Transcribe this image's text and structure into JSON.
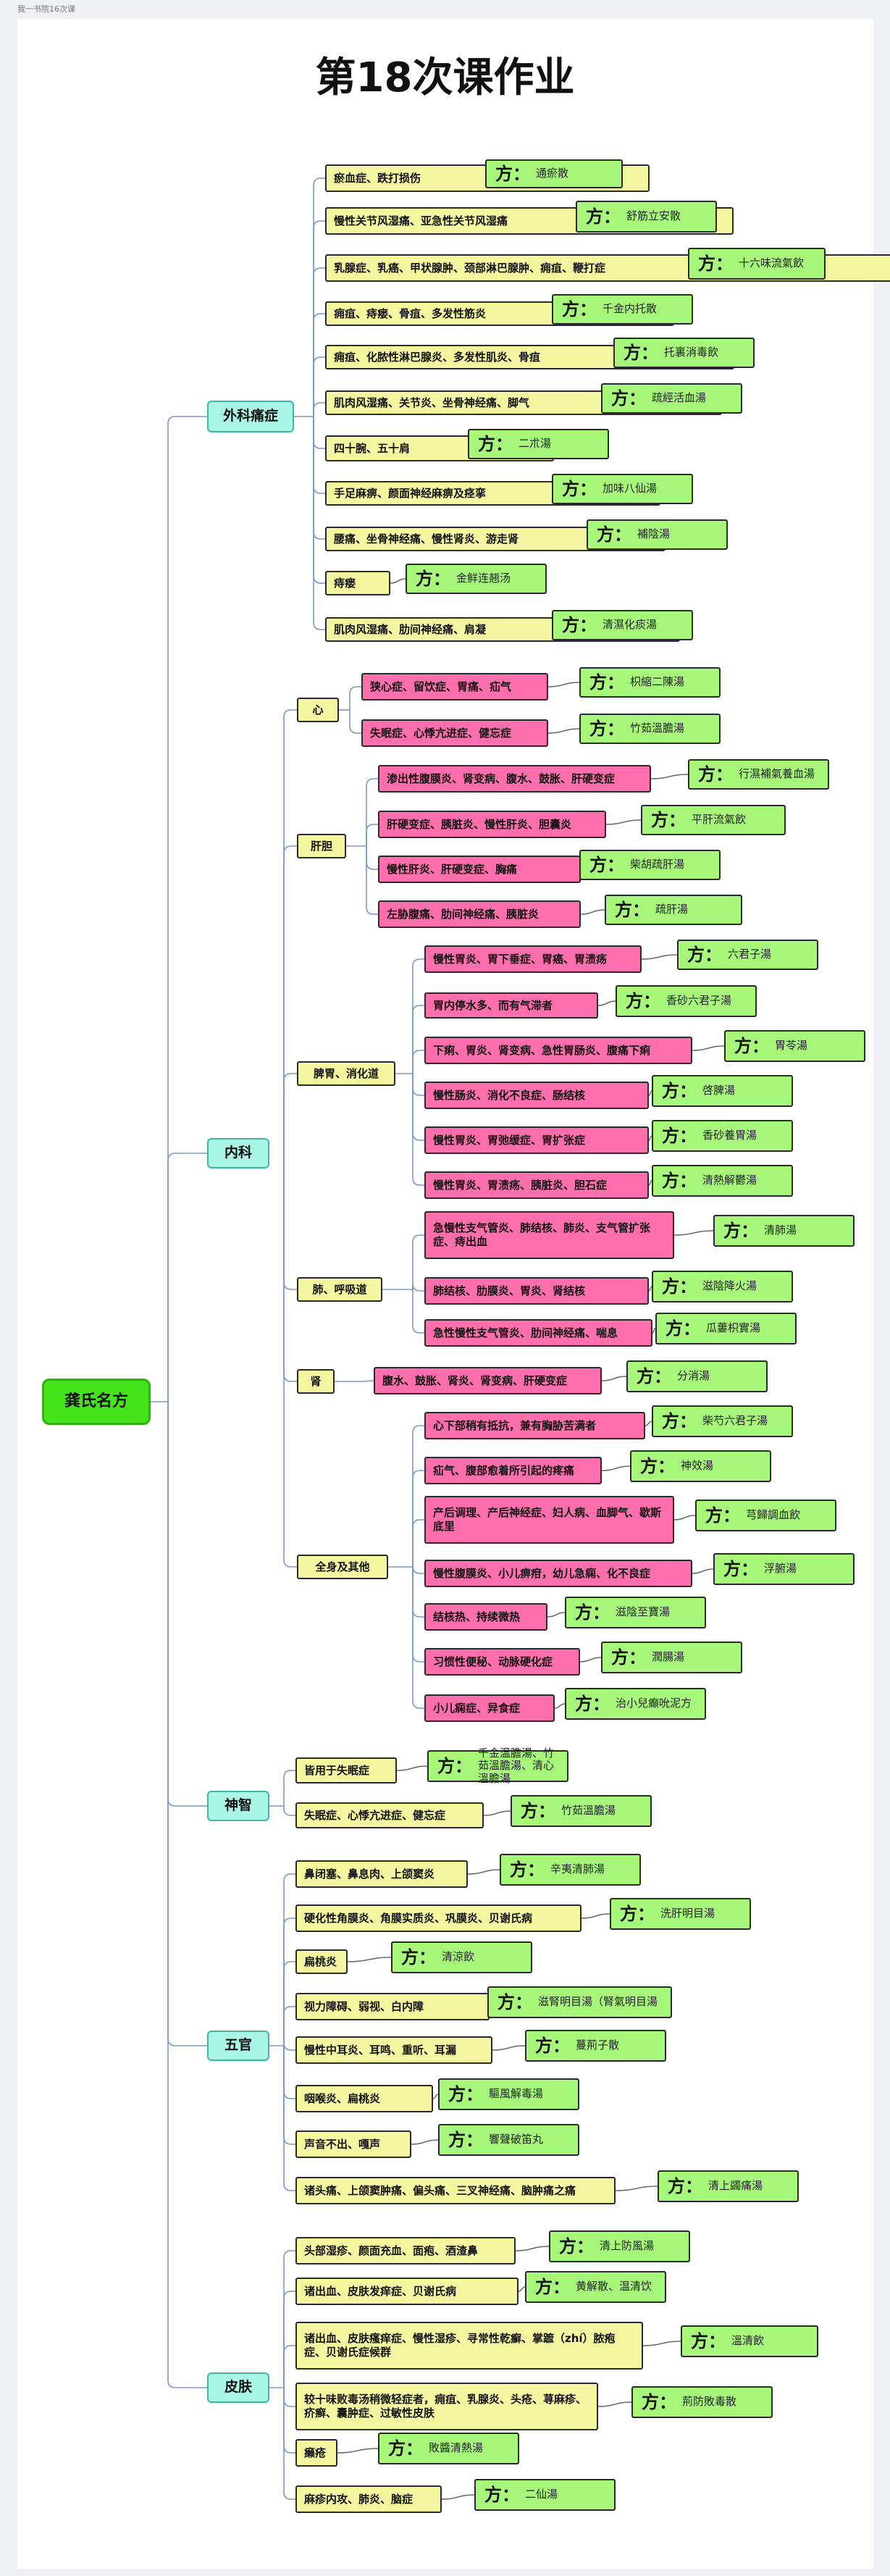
{
  "tab_label": "我一书院16次课",
  "title": "第18次课作业",
  "root": "龚氏名方",
  "fang_label": "方：",
  "categories": [
    {
      "name": "外科痛症",
      "groups": [
        {
          "name": "",
          "items": [
            {
              "sym": "瘀血症、跌打损伤",
              "fang": "通瘀散"
            },
            {
              "sym": "慢性关节风湿痛、亚急性关节风湿痛",
              "fang": "舒筋立安散"
            },
            {
              "sym": "乳腺症、乳癌、甲状腺肿、颈部淋巴腺肿、痈疽、鞭打症",
              "fang": "十六味流氣飲"
            },
            {
              "sym": "痈疽、痔瘘、骨疽、多发性筋炎",
              "fang": "千金内托散"
            },
            {
              "sym": "痈疽、化脓性淋巴腺炎、多发性肌炎、骨疽",
              "fang": "托裏消毒飲"
            },
            {
              "sym": "肌肉风湿痛、关节炎、坐骨神经痛、脚气",
              "fang": "疏經活血湯"
            },
            {
              "sym": "四十腕、五十肩",
              "fang": "二朮湯"
            },
            {
              "sym": "手足麻痹、颜面神经麻痹及痉挛",
              "fang": "加味八仙湯"
            },
            {
              "sym": "腰痛、坐骨神经痛、慢性肾炎、游走肾",
              "fang": "補陰湯"
            },
            {
              "sym": "痔瘘",
              "fang": "金鲜连翘汤"
            },
            {
              "sym": "肌肉风湿痛、肋间神经痛、肩凝",
              "fang": "清濕化痰湯"
            }
          ]
        }
      ]
    },
    {
      "name": "内科",
      "groups": [
        {
          "name": "心",
          "items": [
            {
              "sym": "狭心症、留饮症、胃痛、疝气",
              "fang": "枳縮二陳湯"
            },
            {
              "sym": "失眠症、心悸亢进症、健忘症",
              "fang": "竹茹溫膽湯"
            }
          ]
        },
        {
          "name": "肝胆",
          "items": [
            {
              "sym": "渗出性腹膜炎、肾变病、腹水、鼓胀、肝硬变症",
              "fang": "行濕補氣養血湯"
            },
            {
              "sym": "肝硬变症、胰脏炎、慢性肝炎、胆囊炎",
              "fang": "平肝流氣飲"
            },
            {
              "sym": "慢性肝炎、肝硬变症、胸痛",
              "fang": "柴胡疏肝湯"
            },
            {
              "sym": "左胁腹痛、肋间神经痛、胰脏炎",
              "fang": "疏肝湯"
            }
          ]
        },
        {
          "name": "脾胃、消化道",
          "items": [
            {
              "sym": "慢性胃炎、胃下垂症、胃癌、胃溃疡",
              "fang": "六君子湯"
            },
            {
              "sym": "胃内停水多、而有气滞者",
              "fang": "香砂六君子湯"
            },
            {
              "sym": "下痢、胃炎、肾变病、急性胃肠炎、腹痛下痢",
              "fang": "胃苓湯"
            },
            {
              "sym": "慢性肠炎、消化不良症、肠结核",
              "fang": "啓脾湯"
            },
            {
              "sym": "慢性胃炎、胃弛缓症、胃扩张症",
              "fang": "香砂養胃湯"
            },
            {
              "sym": "慢性胃炎、胃溃疡、胰脏炎、胆石症",
              "fang": "清熱解鬱湯"
            }
          ]
        },
        {
          "name": "肺、呼吸道",
          "items": [
            {
              "sym": "急慢性支气管炎、肺结核、肺炎、支气管扩张症、痔出血",
              "fang": "清肺湯"
            },
            {
              "sym": "肺结核、肋膜炎、胃炎、肾结核",
              "fang": "滋陰降火湯"
            },
            {
              "sym": "急性慢性支气管炎、肋间神经痛、喘息",
              "fang": "瓜蔞枳實湯"
            }
          ]
        },
        {
          "name": "肾",
          "items": [
            {
              "sym": "腹水、鼓胀、肾炎、肾变病、肝硬变症",
              "fang": "分消湯"
            }
          ]
        },
        {
          "name": "全身及其他",
          "items": [
            {
              "sym": "心下部稍有抵抗，兼有胸胁苦满者",
              "fang": "柴芍六君子湯"
            },
            {
              "sym": "疝气、腹部愈着所引起的疼痛",
              "fang": "神效湯"
            },
            {
              "sym": "产后调理、产后神经症、妇人病、血脚气、歇斯底里",
              "fang": "芎歸調血飲"
            },
            {
              "sym": "慢性腹膜炎、小儿痹疳，幼儿急痫、化不良症",
              "fang": "浮腑湯"
            },
            {
              "sym": "结核热、持续微热",
              "fang": "滋陰至寶湯"
            },
            {
              "sym": "习惯性便秘、动脉硬化症",
              "fang": "潤腸湯"
            },
            {
              "sym": "小儿痫症、异食症",
              "fang": "治小兒癲吮泥方"
            }
          ]
        }
      ]
    },
    {
      "name": "神智",
      "groups": [
        {
          "name": "",
          "items": [
            {
              "sym": "皆用于失眠症",
              "fang": "千金温膽湯、竹茹溫膽湯、清心溫膽湯"
            },
            {
              "sym": "失眠症、心悸亢进症、健忘症",
              "fang": "竹茹溫膽湯"
            }
          ]
        }
      ]
    },
    {
      "name": "五官",
      "groups": [
        {
          "name": "",
          "items": [
            {
              "sym": "鼻闭塞、鼻息肉、上颌窦炎",
              "fang": "辛夷清肺湯"
            },
            {
              "sym": "硬化性角膜炎、角膜实质炎、巩膜炎、贝谢氏病",
              "fang": "洗肝明目湯"
            },
            {
              "sym": "扁桃炎",
              "fang": "清涼飲"
            },
            {
              "sym": "视力障碍、弱视、白内障",
              "fang": "滋腎明目湯（腎氣明目湯"
            },
            {
              "sym": "慢性中耳炎、耳鸣、重听、耳漏",
              "fang": "蔓荊子散"
            },
            {
              "sym": "咽喉炎、扁桃炎",
              "fang": "驅風解毒湯"
            },
            {
              "sym": "声音不出、嘎声",
              "fang": "響聲破笛丸"
            },
            {
              "sym": "诸头痛、上颌窦肿痛、偏头痛、三叉神经痛、脑肿痛之痛",
              "fang": "清上蠲痛湯"
            }
          ]
        }
      ]
    },
    {
      "name": "皮肤",
      "groups": [
        {
          "name": "",
          "items": [
            {
              "sym": "头部湿疹、颜面充血、面疱、酒渣鼻",
              "fang": "清上防風湯"
            },
            {
              "sym": "诸出血、皮肤发痒症、贝谢氏病",
              "fang": "黄解散、温清饮"
            },
            {
              "sym": "诸出血、皮肤瘙痒症、慢性湿疹、寻常性乾癬、掌蹠（zhí）脓疱症、贝谢氏症候群",
              "fang": "溫清飲"
            },
            {
              "sym": "较十味败毒汤稍微轻症者，痈疽、乳腺炎、头疮、荨麻疹、疥癣、囊肿症、过敏性皮肤",
              "fang": "荊防敗毒散"
            },
            {
              "sym": "癞疮",
              "fang": "敗醬清熱湯"
            },
            {
              "sym": "麻疹内攻、肺炎、脑症",
              "fang": "二仙湯"
            }
          ]
        }
      ]
    }
  ]
}
